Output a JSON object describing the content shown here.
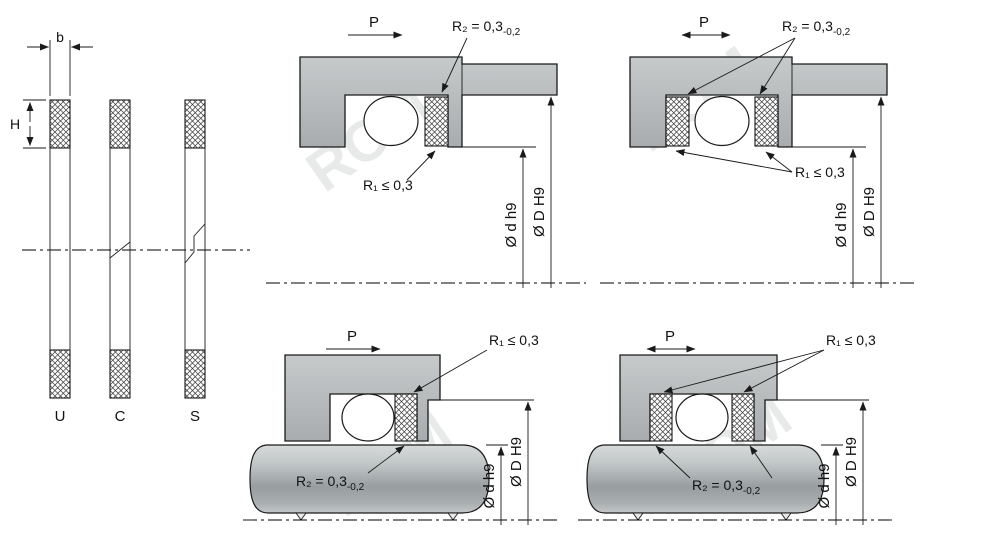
{
  "colors": {
    "metal": "#b6babc",
    "metal_light": "#c9cdce",
    "metal_dark": "#a0a5a7",
    "line": "#1a1a1a"
  },
  "watermark": "ROM",
  "cross_sections": {
    "width_dim": "b",
    "height_dim": "H",
    "profiles": [
      {
        "label": "U"
      },
      {
        "label": "C"
      },
      {
        "label": "S"
      }
    ]
  },
  "diagrams": [
    {
      "id": "top-left",
      "pressure": "P",
      "r1": "R₁ ≤ 0,3",
      "r2_main": "R₂ = 0,3",
      "r2_tol": "-0,2",
      "dim_shaft": "Ø d h9",
      "dim_bore": "Ø D H9"
    },
    {
      "id": "top-right",
      "pressure": "P",
      "r1": "R₁ ≤ 0,3",
      "r2_main": "R₂ = 0,3",
      "r2_tol": "-0,2",
      "dim_shaft": "Ø d h9",
      "dim_bore": "Ø D H9"
    },
    {
      "id": "bottom-left",
      "pressure": "P",
      "r1": "R₁ ≤ 0,3",
      "r2_main": "R₂ = 0,3",
      "r2_tol": "-0,2",
      "dim_shaft": "Ø d h9",
      "dim_bore": "Ø D H9"
    },
    {
      "id": "bottom-right",
      "pressure": "P",
      "r1": "R₁ ≤ 0,3",
      "r2_main": "R₂ = 0,3",
      "r2_tol": "-0,2",
      "dim_shaft": "Ø d h9",
      "dim_bore": "Ø D H9"
    }
  ]
}
